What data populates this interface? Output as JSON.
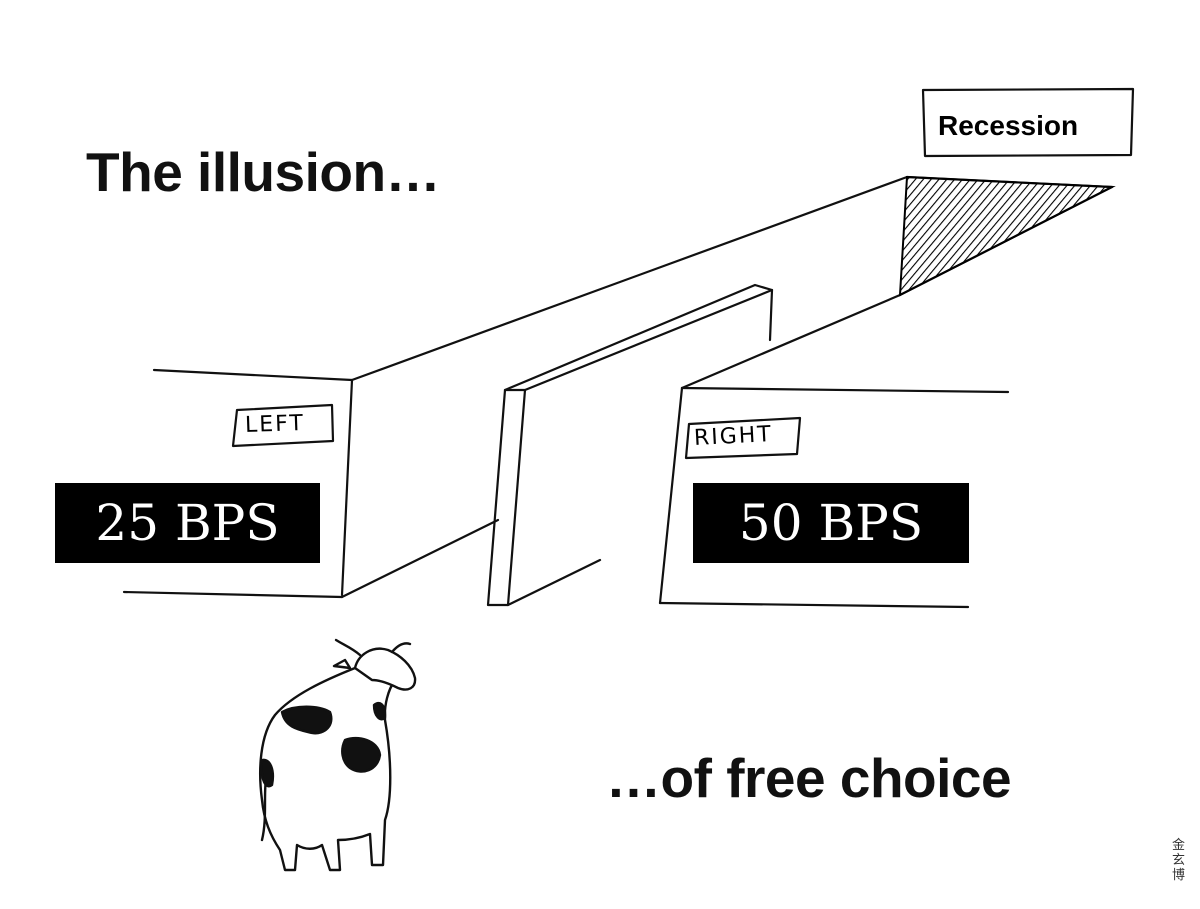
{
  "cartoon": {
    "title_top": "The illusion…",
    "title_bottom": "…of free choice",
    "sign_recession": "Recession",
    "sign_left": "LEFT",
    "sign_right": "RIGHT",
    "label_left_option": "25 BPS",
    "label_right_option": "50 BPS",
    "signature": "金玄博"
  }
}
